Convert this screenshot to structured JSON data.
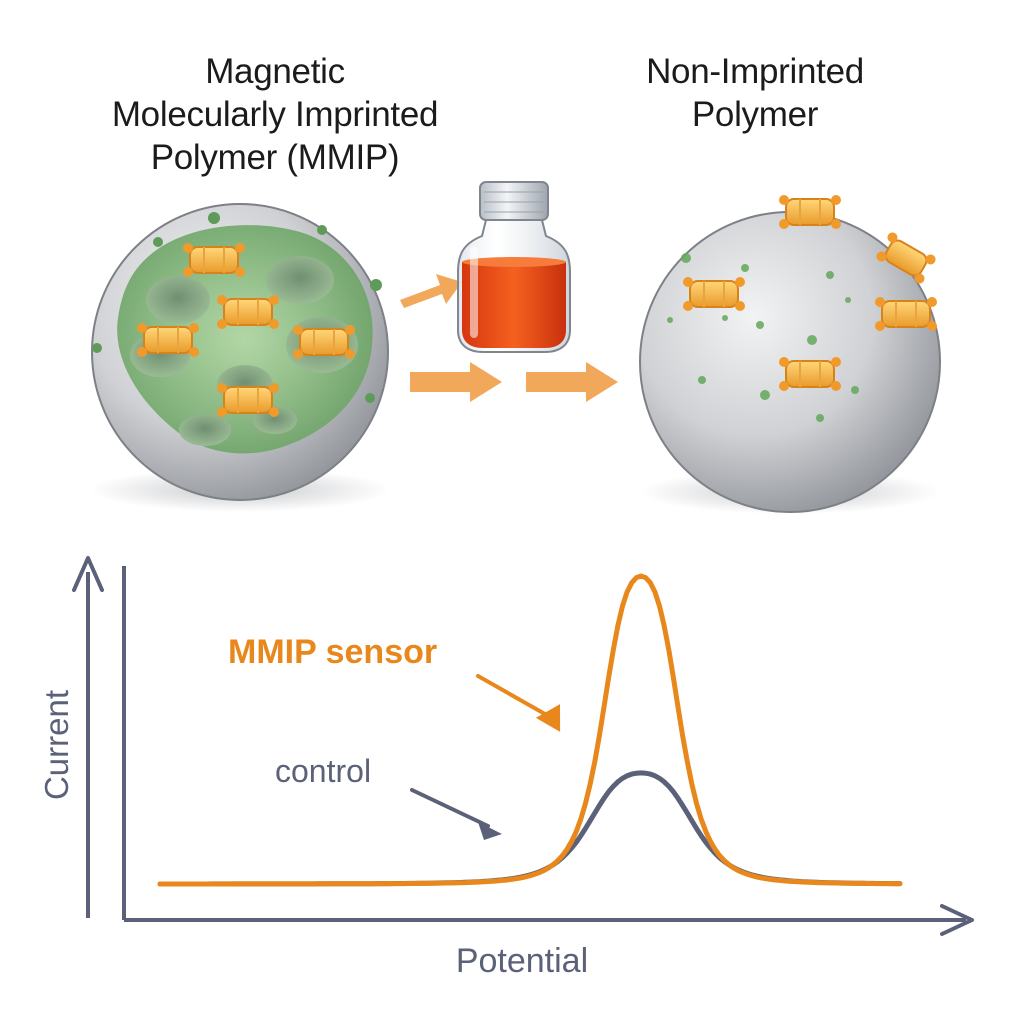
{
  "titles": {
    "left": {
      "line1": "Magnetic",
      "line2": "Molecularly Imprinted",
      "line3": "Polymer (MMIP)"
    },
    "right": {
      "line1": "Non-Imprinted",
      "line2": "Polymer"
    }
  },
  "colors": {
    "orange": "#e8881c",
    "slate": "#5b6178",
    "green": "#63a85a",
    "sphere_gray": "#c9cbce",
    "liquid": "#e8431a",
    "arrow_fill": "#f1a85a"
  },
  "chart_data": {
    "type": "line",
    "xlabel": "Potential",
    "ylabel": "Current",
    "ticks": [],
    "series": [
      {
        "name": "MMIP sensor",
        "peak_position": 0.65,
        "peak_height": 1.0,
        "width": 0.055,
        "baseline": 0.03
      },
      {
        "name": "control",
        "peak_position": 0.65,
        "peak_height": 0.38,
        "width": 0.075,
        "baseline": 0.03
      }
    ],
    "annotations": [
      {
        "series": "MMIP sensor",
        "text": "MMIP sensor"
      },
      {
        "series": "control",
        "text": "control"
      }
    ]
  }
}
